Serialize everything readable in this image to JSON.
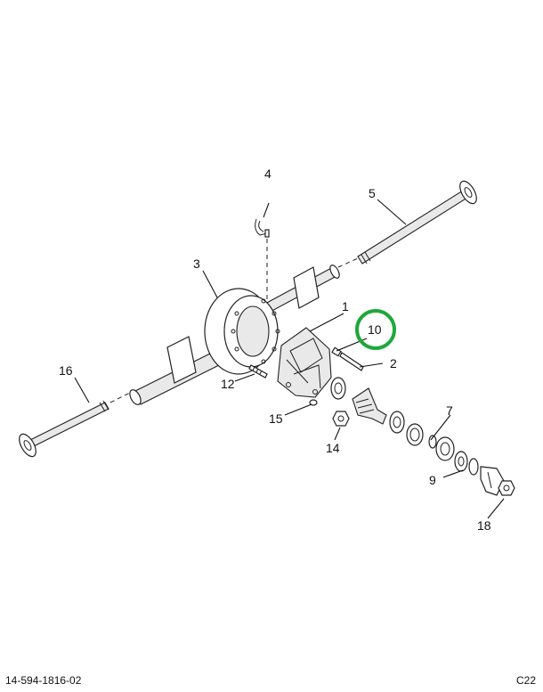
{
  "callouts": {
    "c1": "1",
    "c2": "2",
    "c3": "3",
    "c4": "4",
    "c5": "5",
    "c7": "7",
    "c9": "9",
    "c10": "10",
    "c12": "12",
    "c14": "14",
    "c15": "15",
    "c16": "16",
    "c18": "18"
  },
  "highlight": {
    "callout": "10",
    "color": "#1fa83a"
  },
  "footer": {
    "document_number": "14-594-1816-02",
    "page_ref": "C22"
  }
}
